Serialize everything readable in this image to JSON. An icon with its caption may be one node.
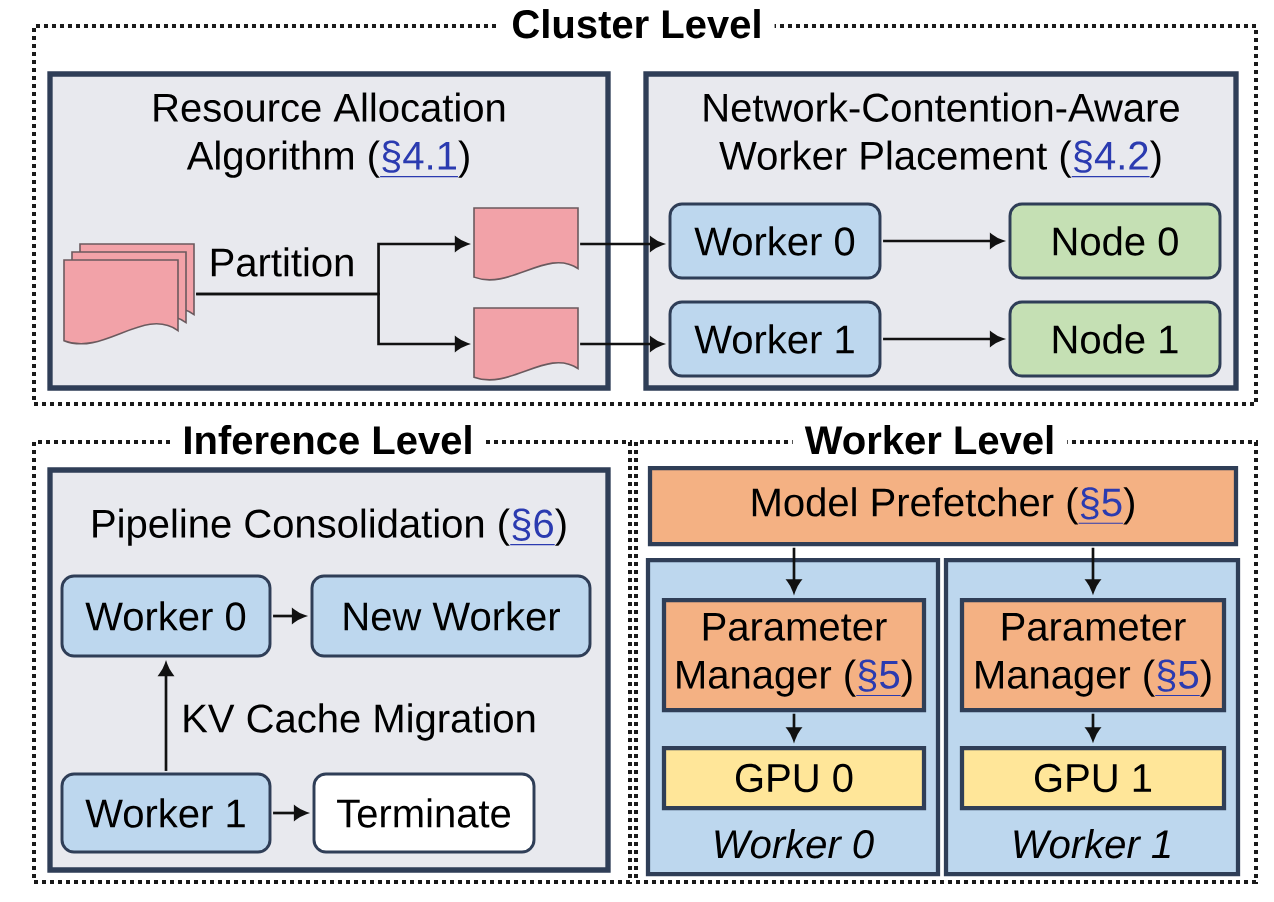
{
  "diagram": {
    "nodes": [
      {
        "text": [
          "Cluster Level"
        ]
      },
      {
        "text": [
          "Resource Allocation Algorithm (§4.1)"
        ],
        "in": 0
      },
      {
        "text": [],
        "shape": "document",
        "in": 1
      },
      {
        "text": [],
        "shape": "document",
        "in": 1
      },
      {
        "text": [],
        "shape": "document",
        "in": 1
      },
      {
        "text": [
          "Network-Contention-Aware Worker Placement (§4.2)"
        ],
        "in": 0
      },
      {
        "text": [
          "Worker 0"
        ],
        "in": 5
      },
      {
        "text": [
          "Node 0"
        ],
        "in": 5
      },
      {
        "text": [
          "Worker 1"
        ],
        "in": 5
      },
      {
        "text": [
          "Node 1"
        ],
        "in": 5
      },
      {
        "text": [
          "Inference Level"
        ]
      },
      {
        "text": [
          "Pipeline Consolidation (§6)"
        ],
        "in": 10
      },
      {
        "text": [
          "Worker 0"
        ],
        "in": 11
      },
      {
        "text": [
          "New Worker"
        ],
        "in": 11
      },
      {
        "text": [
          "Worker 1"
        ],
        "in": 11
      },
      {
        "text": [
          "Terminate"
        ],
        "in": 11
      },
      {
        "text": [
          "Worker Level"
        ]
      },
      {
        "text": [
          "Model Prefetcher (§5)"
        ],
        "in": 16
      },
      {
        "text": [
          "Worker 0"
        ],
        "in": 16
      },
      {
        "text": [
          "Parameter Manager (§5)"
        ],
        "in": 18
      },
      {
        "text": [
          "GPU 0"
        ],
        "in": 18
      },
      {
        "text": [
          "Worker 1"
        ],
        "in": 16
      },
      {
        "text": [
          "Parameter Manager (§5)"
        ],
        "in": 21
      },
      {
        "text": [
          "GPU 1"
        ],
        "in": 21
      }
    ],
    "edges": [
      {
        "from": 2,
        "to": 3,
        "arrow": "to",
        "label": "Partition"
      },
      {
        "from": 2,
        "to": 4,
        "arrow": "to"
      },
      {
        "from": 3,
        "to": 6,
        "arrow": "to"
      },
      {
        "from": 4,
        "to": 8,
        "arrow": "to"
      },
      {
        "from": 6,
        "to": 7,
        "arrow": "to"
      },
      {
        "from": 8,
        "to": 9,
        "arrow": "to"
      },
      {
        "from": 12,
        "to": 13,
        "arrow": "to"
      },
      {
        "from": 14,
        "to": 12,
        "arrow": "to",
        "label": "KV Cache Migration"
      },
      {
        "from": 14,
        "to": 15,
        "arrow": "to"
      },
      {
        "from": 17,
        "to": 19,
        "arrow": "to"
      },
      {
        "from": 17,
        "to": 22,
        "arrow": "to"
      },
      {
        "from": 19,
        "to": 20,
        "arrow": "to"
      },
      {
        "from": 22,
        "to": 23,
        "arrow": "to"
      }
    ]
  }
}
